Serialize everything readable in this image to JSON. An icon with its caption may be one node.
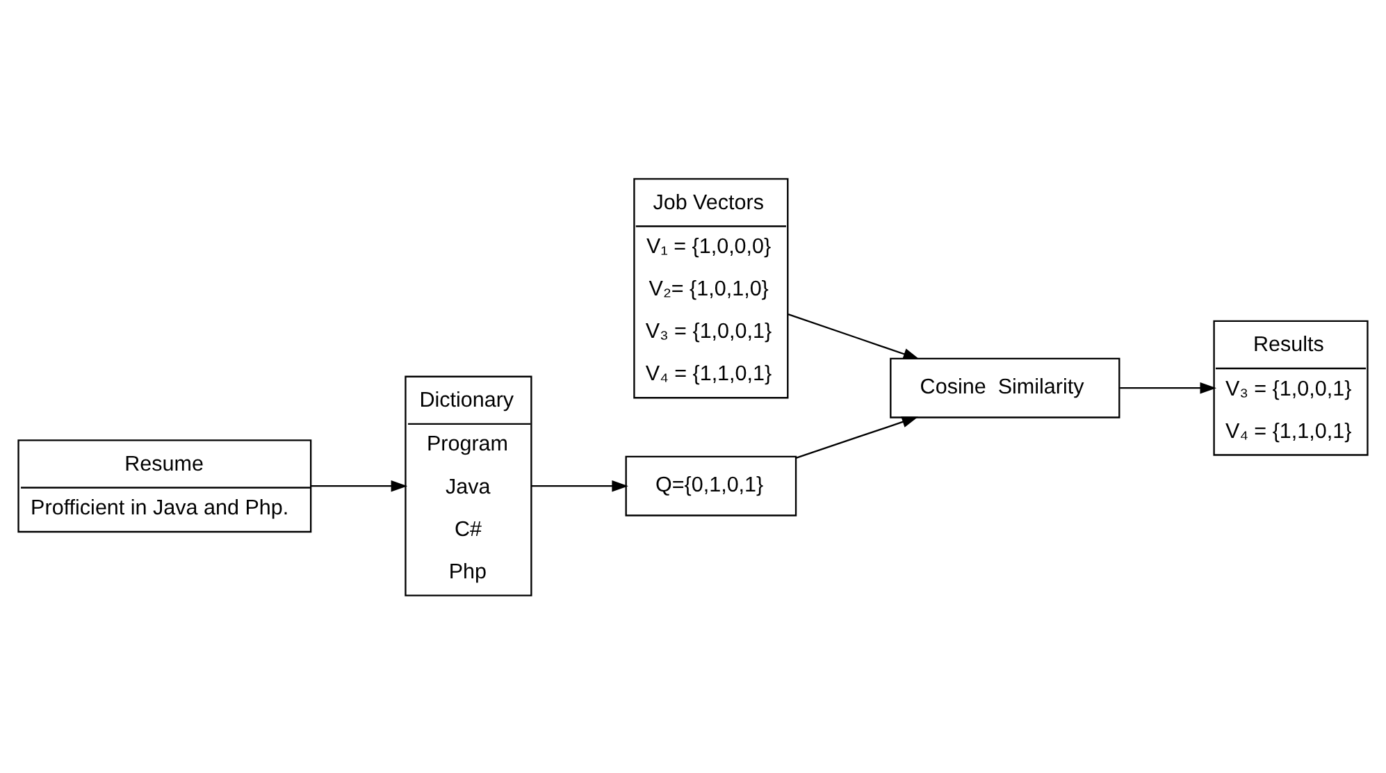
{
  "diagram": {
    "nodes": [
      {
        "text": [
          "Dictionary",
          "Program",
          "Java",
          "C#",
          "Php"
        ]
      },
      {
        "text": [
          "Resume",
          "Profficient in Java and Php."
        ]
      },
      {
        "text": [
          "Job Vectors",
          "V₁ = {1,0,0,0}",
          "V₂= {1,0,1,0}",
          "V₃ = {1,0,0,1}",
          "V₄ = {1,1,0,1}"
        ]
      },
      {
        "text": [
          "Q={0,1,0,1}"
        ]
      },
      {
        "text": [
          "Cosine  Similarity"
        ]
      },
      {
        "text": [
          "Results",
          "V₃ = {1,0,0,1}",
          "V₄ = {1,1,0,1}"
        ]
      }
    ],
    "edges": [
      {
        "from": 1,
        "to": 0,
        "arrow": "to"
      },
      {
        "from": 0,
        "to": 3,
        "arrow": "to"
      },
      {
        "from": 3,
        "to": 4,
        "arrow": "to"
      },
      {
        "from": 2,
        "to": 4,
        "arrow": "to"
      },
      {
        "from": 4,
        "to": 5,
        "arrow": "to"
      }
    ]
  }
}
